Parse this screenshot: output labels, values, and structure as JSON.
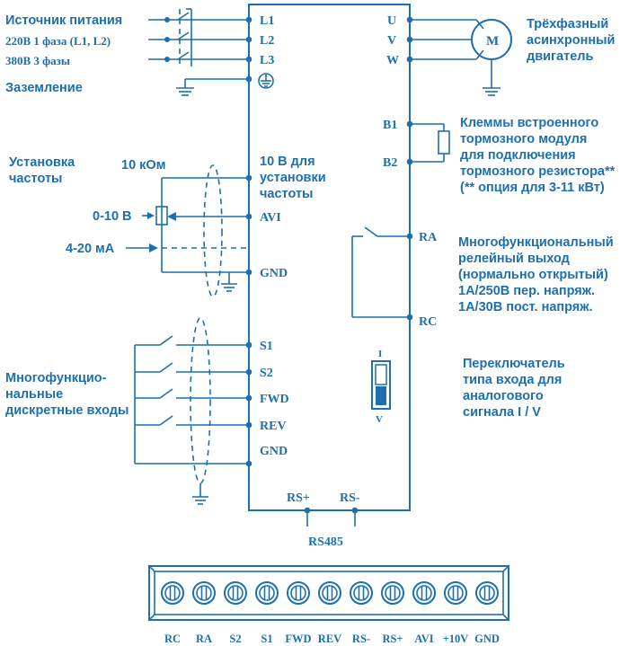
{
  "left": {
    "power_source": "Источник питания",
    "power_220": "220В 1 фаза (L1, L2)",
    "power_380": "380В 3 фазы",
    "ground": "Заземление",
    "freq_setting_1": "Установка",
    "freq_setting_2": "частоты",
    "pot_label": "10 кОм",
    "volt_range": "0-10 В",
    "current_range": "4-20 мА",
    "digital_inputs_1": "Многофункцио-",
    "digital_inputs_2": "нальные",
    "digital_inputs_3": "дискретные входы"
  },
  "terminals": {
    "L1": "L1",
    "L2": "L2",
    "L3": "L3",
    "ref_1": "10 В для",
    "ref_2": "установки",
    "ref_3": "частоты",
    "AVI": "AVI",
    "GND_a": "GND",
    "S1": "S1",
    "S2": "S2",
    "FWD": "FWD",
    "REV": "REV",
    "GND_b": "GND",
    "U": "U",
    "V": "V",
    "W": "W",
    "B1": "B1",
    "B2": "B2",
    "RA": "RA",
    "RC": "RC",
    "RS_plus": "RS+",
    "RS_minus": "RS-",
    "rs485": "RS485",
    "switch_I": "I",
    "switch_V": "V"
  },
  "motor": {
    "symbol": "M",
    "label_1": "Трёхфазный",
    "label_2": "асинхронный",
    "label_3": "двигатель"
  },
  "brake": {
    "label_1": "Клеммы встроенного",
    "label_2": "тормозного модуля",
    "label_3": "для подключения",
    "label_4": "тормозного резистора**",
    "label_5": "(** опция для 3-11 кВт)"
  },
  "relay": {
    "label_1": "Многофункциональный",
    "label_2": "релейный выход",
    "label_3": "(нормально открытый)",
    "label_4": "1А/250В пер. напряж.",
    "label_5": "1А/30В пост. напряж."
  },
  "analog_switch": {
    "label_1": "Переключатель",
    "label_2": "типа входа для",
    "label_3": "аналогового",
    "label_4": "сигнала  I / V"
  },
  "terminal_block": {
    "labels": [
      "RC",
      "RA",
      "S2",
      "S1",
      "FWD",
      "REV",
      "RS-",
      "RS+",
      "AVI",
      "+10V",
      "GND"
    ]
  },
  "colors": {
    "line": "#1d6fb0",
    "background": "#ffffff"
  }
}
